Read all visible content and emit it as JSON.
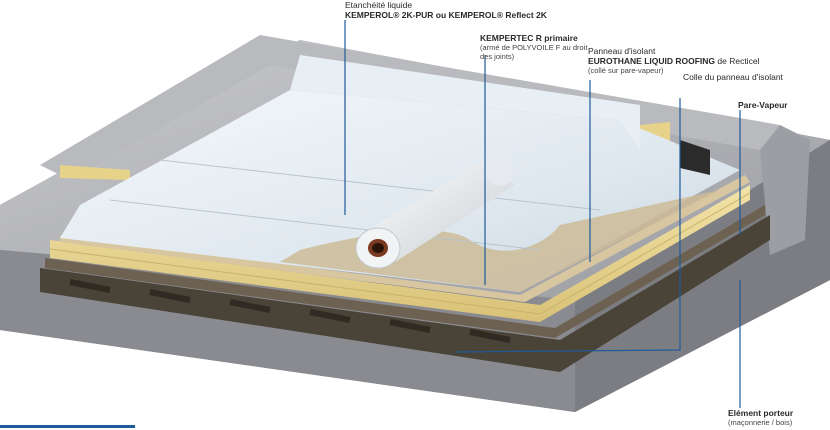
{
  "diagram": {
    "labels": {
      "etancheite": {
        "line1": "Etanchéité liquide",
        "line2": "KEMPEROL® 2K-PUR ou KEMPEROL® Reflect 2K"
      },
      "kempertec": {
        "line1": "KEMPERTEC R primaire",
        "line2": "(armé de POLYVOILE F au droit",
        "line3": "des joints)"
      },
      "panneau": {
        "line1": "Panneau d'isolant",
        "line2_bold": "EUROTHANE LIQUID ROOFING",
        "line2_rest": " de Recticel",
        "line3": "(collé sur pare-vapeur)"
      },
      "colle": {
        "line1": "Colle du panneau d'isolant"
      },
      "pare_vapeur": {
        "line1": "Pare-Vapeur"
      },
      "element_porteur": {
        "line1": "Elément porteur",
        "line2": "(maçonnerie / bois)"
      }
    },
    "colors": {
      "accent_blue": "#1f5a9a",
      "concrete": "#a9aab0",
      "insulation": "#e9d89a",
      "membrane": "#dce6ee",
      "vapour_barrier": "#c8b99a",
      "deck": "#5b5346"
    }
  }
}
